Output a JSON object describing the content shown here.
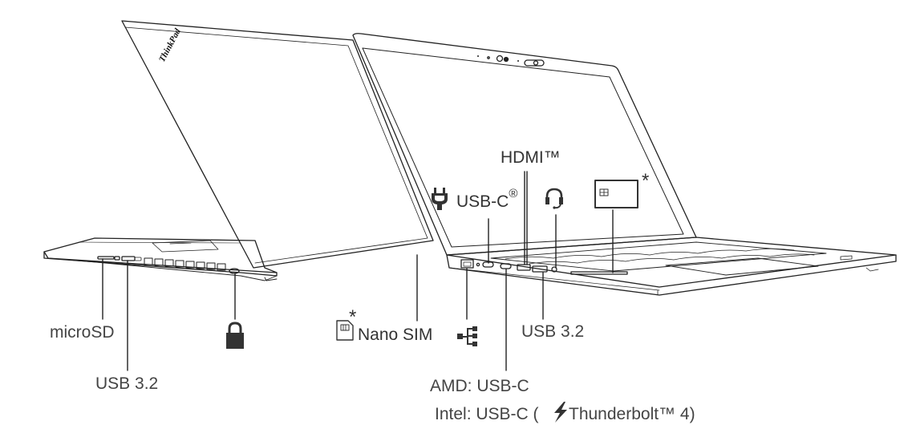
{
  "diagram": {
    "brand_logo": "ThinkPad",
    "labels": {
      "microsd": "microSD",
      "usb32_left": "USB 3.2",
      "nano_sim": "Nano SIM",
      "nano_sim_asterisk": "*",
      "usbc_power": "USB-C",
      "registered": "®",
      "hdmi": "HDMI™",
      "smart_card_asterisk": "*",
      "usb32_right": "USB 3.2",
      "amd_usbc": "AMD: USB-C",
      "intel_usbc_prefix": "Intel: USB-C (",
      "thunderbolt": "Thunderbolt™ 4)"
    },
    "icons": [
      "lock-icon",
      "sim-card-icon",
      "power-plug-icon",
      "headset-icon",
      "smart-card-icon",
      "ethernet-icon",
      "thunderbolt-icon"
    ],
    "line_color": "#222222",
    "text_color": "#444444"
  }
}
